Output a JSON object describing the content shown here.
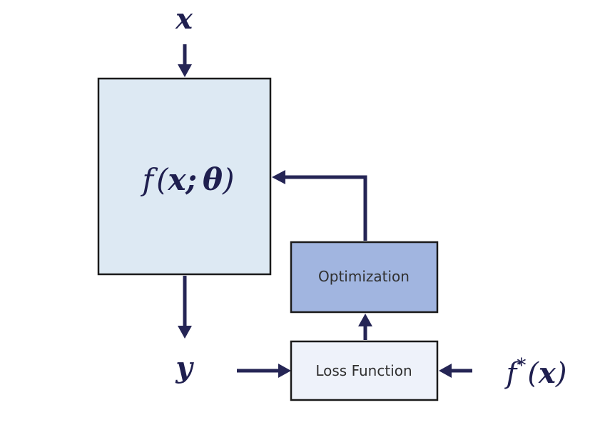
{
  "input": {
    "label": "x"
  },
  "model": {
    "f": "f",
    "open_paren": "(",
    "x": "x",
    "separator": ";",
    "theta": "θ",
    "close_paren": ")",
    "fill": "#dde9f3"
  },
  "output": {
    "label": "y"
  },
  "optimization": {
    "label": "Optimization",
    "fill": "#a1b5e0"
  },
  "loss": {
    "label": "Loss Function",
    "fill": "#eef2fa"
  },
  "target": {
    "f": "f",
    "star": "*",
    "open_paren": "(",
    "x": "x",
    "close_paren": ")"
  },
  "colors": {
    "arrow": "#252555",
    "text": "#1f1f4f",
    "border": "#1a1a1a"
  }
}
